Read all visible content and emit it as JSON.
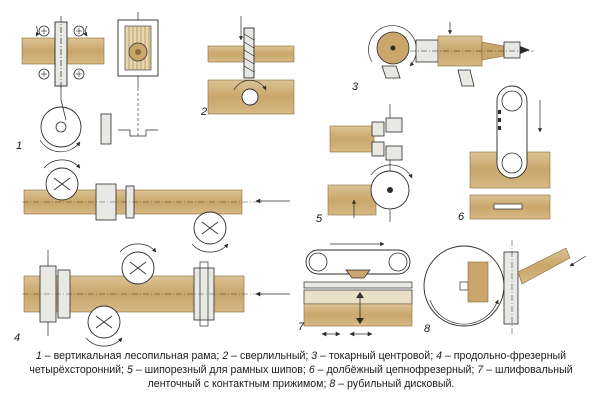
{
  "colors": {
    "wood_light": "#d9c08f",
    "wood_mid": "#c9a66b",
    "wood_dark": "#a98550",
    "metal": "#e8e8e4",
    "outline": "#2b2b2b"
  },
  "panels": [
    {
      "number": "1"
    },
    {
      "number": "2"
    },
    {
      "number": "3"
    },
    {
      "number": "4"
    },
    {
      "number": "5"
    },
    {
      "number": "6"
    },
    {
      "number": "7"
    },
    {
      "number": "8"
    }
  ],
  "caption": [
    {
      "num": "1",
      "text": " – вертикальная лесопильная рама; "
    },
    {
      "num": "2",
      "text": " – сверлильный; "
    },
    {
      "num": "3",
      "text": " – токарный центровой; "
    },
    {
      "num": "4",
      "text": " – продольно-фрезерный четырёхсторонний; "
    },
    {
      "num": "5",
      "text": " – шипорезный для рамных шипов; "
    },
    {
      "num": "6",
      "text": " – долбёжный цепнофрезерный; "
    },
    {
      "num": "7",
      "text": " – шлифовальный ленточный с контактным прижимом; "
    },
    {
      "num": "8",
      "text": " – рубильный дисковый."
    }
  ]
}
